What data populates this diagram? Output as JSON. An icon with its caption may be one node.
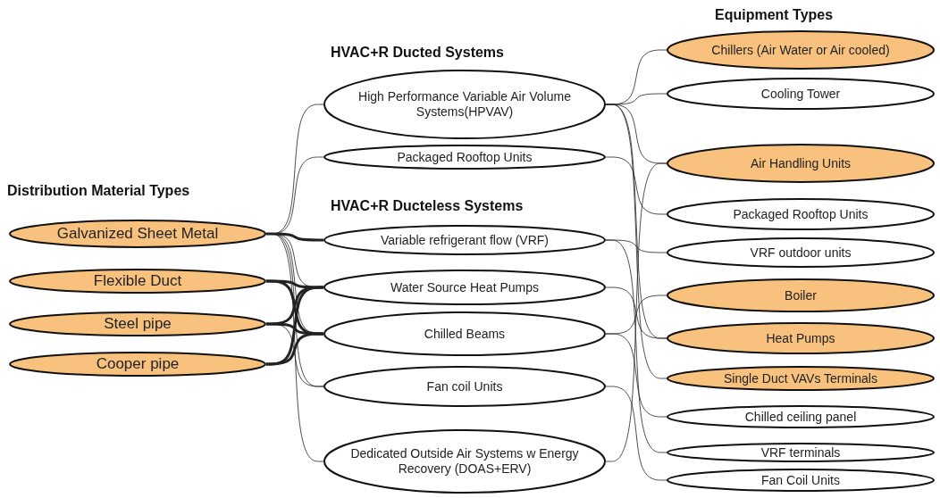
{
  "diagram": {
    "nodes": [
      {
        "text": [
          "Galvanized Sheet Metal"
        ]
      },
      {
        "text": [
          "Flexible Duct"
        ]
      },
      {
        "text": [
          "Steel pipe"
        ]
      },
      {
        "text": [
          "Cooper pipe"
        ]
      },
      {
        "text": [
          "High Performance Variable Air Volume Systems(HPVAV)"
        ]
      },
      {
        "text": [
          "Packaged Rooftop Units"
        ]
      },
      {
        "text": [
          "Variable refrigerant flow (VRF)"
        ]
      },
      {
        "text": [
          "Water Source Heat Pumps"
        ]
      },
      {
        "text": [
          "Chilled Beams"
        ]
      },
      {
        "text": [
          "Fan coil Units"
        ]
      },
      {
        "text": [
          "Dedicated Outside Air Systems w Energy Recovery (DOAS+ERV)"
        ]
      },
      {
        "text": [
          "Chillers (Air Water or Air cooled)"
        ]
      },
      {
        "text": [
          "Cooling Tower"
        ]
      },
      {
        "text": [
          "Air Handling Units"
        ]
      },
      {
        "text": [
          "Packaged Rooftop Units"
        ]
      },
      {
        "text": [
          "VRF outdoor units"
        ]
      },
      {
        "text": [
          "Boiler"
        ]
      },
      {
        "text": [
          "Heat Pumps"
        ]
      },
      {
        "text": [
          "Single Duct VAVs Terminals"
        ]
      },
      {
        "text": [
          "Chilled ceiling panel"
        ]
      },
      {
        "text": [
          "VRF terminals"
        ]
      },
      {
        "text": [
          "Fan Coil Units"
        ]
      }
    ],
    "edges": [
      {
        "from": 0,
        "to": 4,
        "arrow": "none"
      },
      {
        "from": 0,
        "to": 5,
        "arrow": "none"
      },
      {
        "from": 0,
        "to": 6,
        "arrow": "none",
        "style": "thick"
      },
      {
        "from": 0,
        "to": 7,
        "arrow": "none"
      },
      {
        "from": 0,
        "to": 8,
        "arrow": "none"
      },
      {
        "from": 0,
        "to": 9,
        "arrow": "none"
      },
      {
        "from": 0,
        "to": 10,
        "arrow": "none"
      },
      {
        "from": 1,
        "to": 7,
        "arrow": "none",
        "style": "thick"
      },
      {
        "from": 1,
        "to": 8,
        "arrow": "none",
        "style": "thick"
      },
      {
        "from": 2,
        "to": 7,
        "arrow": "none",
        "style": "thick"
      },
      {
        "from": 2,
        "to": 8,
        "arrow": "none",
        "style": "thick"
      },
      {
        "from": 2,
        "to": 9,
        "arrow": "none"
      },
      {
        "from": 3,
        "to": 7,
        "arrow": "none",
        "style": "thick"
      },
      {
        "from": 3,
        "to": 8,
        "arrow": "none",
        "style": "thick"
      },
      {
        "from": 4,
        "to": 11,
        "arrow": "none"
      },
      {
        "from": 4,
        "to": 12,
        "arrow": "none"
      },
      {
        "from": 4,
        "to": 13,
        "arrow": "none"
      },
      {
        "from": 4,
        "to": 17,
        "arrow": "none"
      },
      {
        "from": 4,
        "to": 18,
        "arrow": "none"
      },
      {
        "from": 5,
        "to": 14,
        "arrow": "none"
      },
      {
        "from": 6,
        "to": 15,
        "arrow": "none"
      },
      {
        "from": 6,
        "to": 20,
        "arrow": "none"
      },
      {
        "from": 7,
        "to": 17,
        "arrow": "none"
      },
      {
        "from": 8,
        "to": 16,
        "arrow": "none"
      },
      {
        "from": 8,
        "to": 19,
        "arrow": "none"
      },
      {
        "from": 9,
        "to": 21,
        "arrow": "none"
      },
      {
        "from": 10,
        "to": 13,
        "arrow": "none"
      }
    ],
    "labels": [
      "Equipment Types",
      "HVAC+R Ducted Systems",
      "Distribution Material Types",
      "HVAC+R Ducteless Systems"
    ]
  }
}
